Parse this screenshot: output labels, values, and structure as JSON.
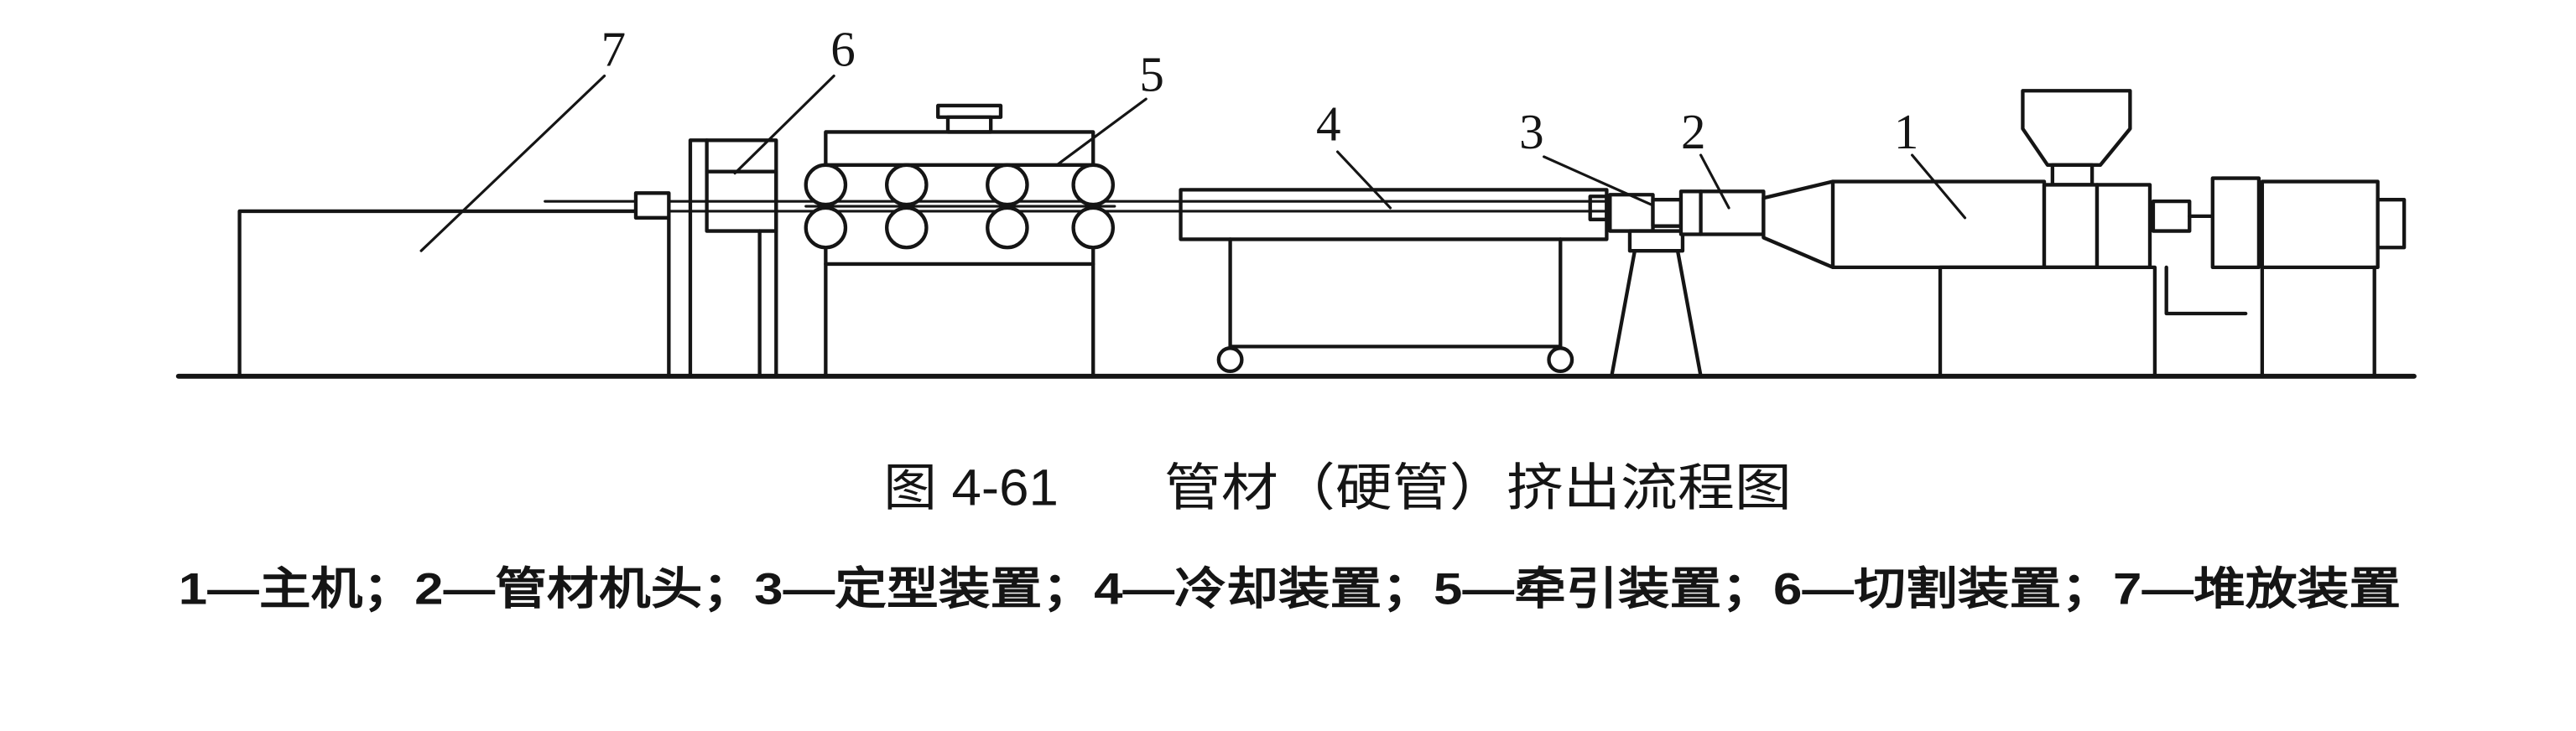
{
  "figure": {
    "number": "图 4-61",
    "title": "管材（硬管）挤出流程图"
  },
  "legend": "1—主机；2—管材机头；3—定型装置；4—冷却装置；5—牵引装置；6—切割装置；7—堆放装置",
  "callouts": [
    "1",
    "2",
    "3",
    "4",
    "5",
    "6",
    "7"
  ]
}
